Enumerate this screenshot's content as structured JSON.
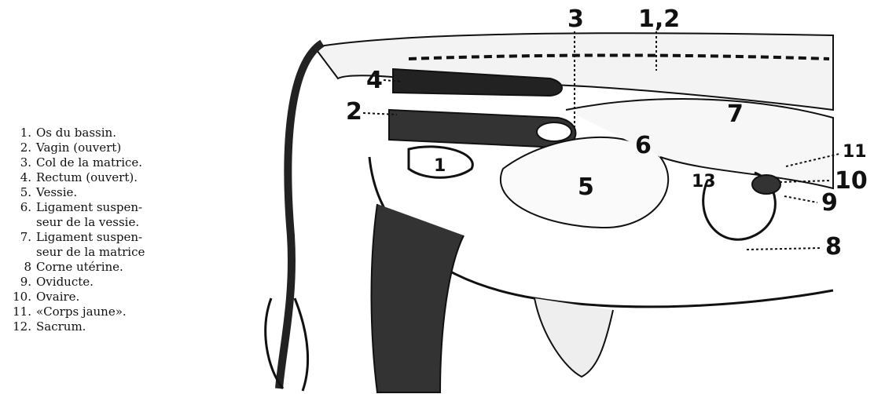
{
  "legend": [
    {
      "num": "1.",
      "text": "Os du bassin."
    },
    {
      "num": "2.",
      "text": "Vagin (ouvert)"
    },
    {
      "num": "3.",
      "text": "Col de la matrice."
    },
    {
      "num": "4.",
      "text": "Rectum (ouvert)."
    },
    {
      "num": "5.",
      "text": "Vessie."
    },
    {
      "num": "6.",
      "text": "Ligament suspen-\nseur de la vessie."
    },
    {
      "num": "7.",
      "text": "Ligament suspen-\nseur de la matrice"
    },
    {
      "num": "8",
      "text": "Corne utérine."
    },
    {
      "num": "9.",
      "text": "Oviducte."
    },
    {
      "num": "10.",
      "text": "Ovaire."
    },
    {
      "num": "11.",
      "text": "«Corps jaune»."
    },
    {
      "num": "12.",
      "text": "Sacrum."
    }
  ],
  "callouts": {
    "c3": "3",
    "c12": "1,2",
    "c4": "4",
    "c2": "2",
    "c7": "7",
    "c6": "6",
    "c1": "1",
    "c5": "5",
    "c13": "13",
    "c11": "11",
    "c10": "10",
    "c9": "9",
    "c8": "8"
  }
}
